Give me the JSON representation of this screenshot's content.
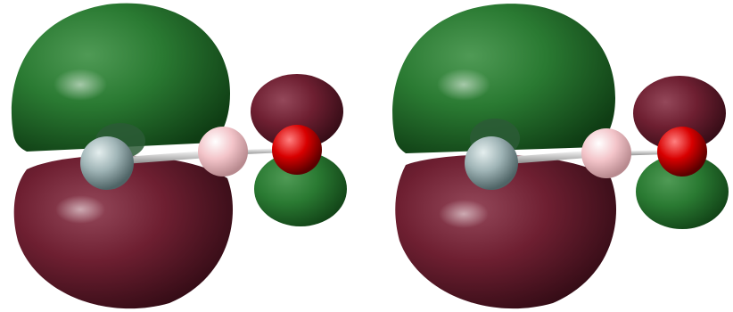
{
  "image": {
    "background_color": "#ffffff",
    "panels": [
      {
        "id": "left-orbital",
        "lobe_colors": {
          "green": "#2a7a32",
          "maroon": "#6e1f31"
        },
        "atoms": [
          "metal-atom",
          "bridge-atom",
          "oxygen-atom"
        ]
      },
      {
        "id": "right-orbital",
        "lobe_colors": {
          "green": "#2a7a32",
          "maroon": "#6e1f31"
        },
        "atoms": [
          "metal-atom",
          "bridge-atom",
          "oxygen-atom"
        ]
      }
    ],
    "atom_colors": {
      "metal": "#9fb4b6",
      "bridge": "#f3c4c9",
      "oxygen": "#d80000"
    }
  }
}
